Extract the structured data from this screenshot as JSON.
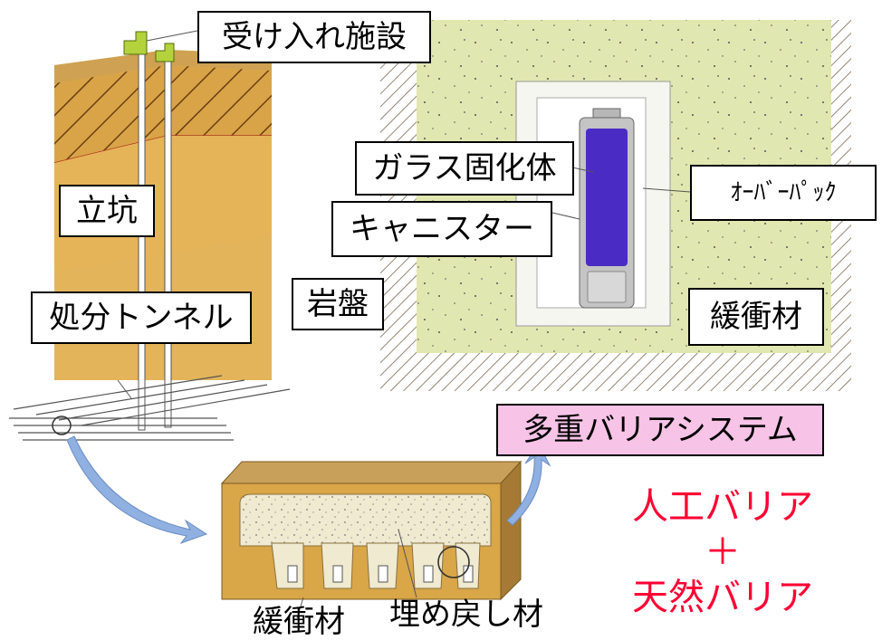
{
  "labels": {
    "facility": "受け入れ施設",
    "shaft": "立坑",
    "tunnel": "処分トンネル",
    "rock": "岩盤",
    "glass": "ガラス固化体",
    "canister": "キャニスター",
    "overpack": "ｵｰﾊﾞｰﾊﾟｯｸ",
    "buffer_top": "緩衝材",
    "multi_barrier": "多重バリアシステム",
    "buffer_bottom": "緩衝材",
    "backfill": "埋め戻し材"
  },
  "barrier_text": {
    "line1": "人工バリア",
    "line2": "＋",
    "line3": "天然バリア"
  },
  "colors": {
    "ground_tan": "#e4b45a",
    "topsoil": "#d6a44a",
    "bentonite": "#e1e7b0",
    "overpack_white": "#f6f6f0",
    "glass_purple": "#4a2cc4",
    "canister_grey": "#b7b7b7",
    "highlight_pink": "#f7c3e7",
    "accent_red": "#ff0033",
    "arrow_blue": "#8fb0e0"
  }
}
